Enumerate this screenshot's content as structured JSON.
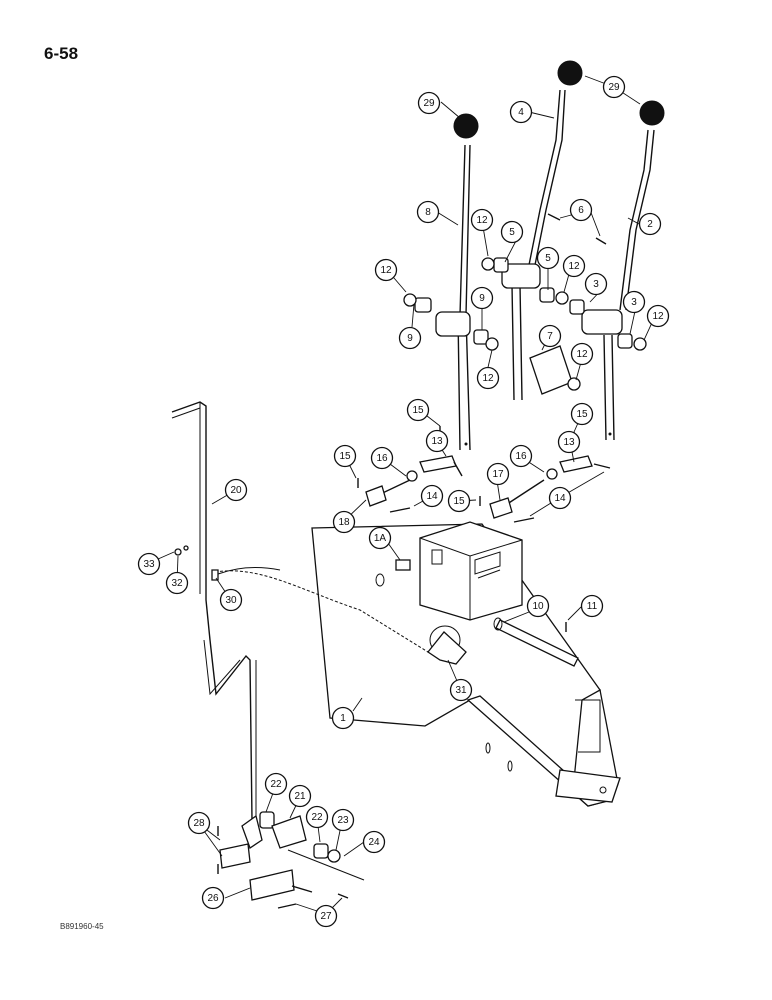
{
  "page": {
    "number": "6-58",
    "figure_code": "B891960-45"
  },
  "callouts": [
    {
      "id": "c1",
      "label": "1"
    },
    {
      "id": "c1a",
      "label": "1A"
    },
    {
      "id": "c2",
      "label": "2"
    },
    {
      "id": "c3a",
      "label": "3"
    },
    {
      "id": "c3b",
      "label": "3"
    },
    {
      "id": "c4",
      "label": "4"
    },
    {
      "id": "c5a",
      "label": "5"
    },
    {
      "id": "c5b",
      "label": "5"
    },
    {
      "id": "c6",
      "label": "6"
    },
    {
      "id": "c7",
      "label": "7"
    },
    {
      "id": "c8",
      "label": "8"
    },
    {
      "id": "c9a",
      "label": "9"
    },
    {
      "id": "c9b",
      "label": "9"
    },
    {
      "id": "c10",
      "label": "10"
    },
    {
      "id": "c11",
      "label": "11"
    },
    {
      "id": "c12a",
      "label": "12"
    },
    {
      "id": "c12b",
      "label": "12"
    },
    {
      "id": "c12c",
      "label": "12"
    },
    {
      "id": "c12d",
      "label": "12"
    },
    {
      "id": "c12e",
      "label": "12"
    },
    {
      "id": "c12f",
      "label": "12"
    },
    {
      "id": "c13a",
      "label": "13"
    },
    {
      "id": "c13b",
      "label": "13"
    },
    {
      "id": "c14a",
      "label": "14"
    },
    {
      "id": "c14b",
      "label": "14"
    },
    {
      "id": "c15a",
      "label": "15"
    },
    {
      "id": "c15b",
      "label": "15"
    },
    {
      "id": "c15c",
      "label": "15"
    },
    {
      "id": "c15d",
      "label": "15"
    },
    {
      "id": "c16a",
      "label": "16"
    },
    {
      "id": "c16b",
      "label": "16"
    },
    {
      "id": "c17",
      "label": "17"
    },
    {
      "id": "c18",
      "label": "18"
    },
    {
      "id": "c20",
      "label": "20"
    },
    {
      "id": "c21",
      "label": "21"
    },
    {
      "id": "c22a",
      "label": "22"
    },
    {
      "id": "c22b",
      "label": "22"
    },
    {
      "id": "c23",
      "label": "23"
    },
    {
      "id": "c24",
      "label": "24"
    },
    {
      "id": "c26",
      "label": "26"
    },
    {
      "id": "c27",
      "label": "27"
    },
    {
      "id": "c28",
      "label": "28"
    },
    {
      "id": "c29a",
      "label": "29"
    },
    {
      "id": "c29b",
      "label": "29"
    },
    {
      "id": "c30",
      "label": "30"
    },
    {
      "id": "c31",
      "label": "31"
    },
    {
      "id": "c32",
      "label": "32"
    },
    {
      "id": "c33",
      "label": "33"
    }
  ]
}
